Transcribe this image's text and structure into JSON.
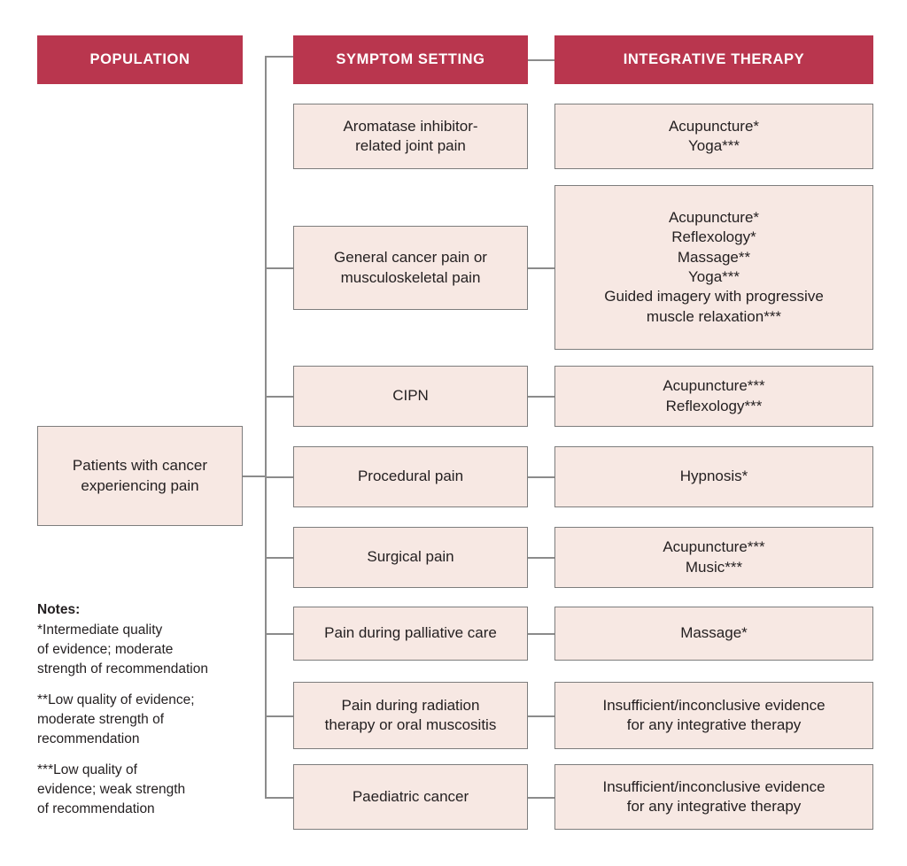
{
  "colors": {
    "header_red": "#b9364e",
    "box_fill": "#f7e8e3",
    "box_border": "#7d7d7d",
    "line": "#8b8b8b",
    "text": "#231f20"
  },
  "headers": {
    "population": "POPULATION",
    "symptom_setting": "SYMPTOM SETTING",
    "integrative_therapy": "INTEGRATIVE THERAPY"
  },
  "population_box": {
    "lines": [
      "Patients with cancer",
      "experiencing pain"
    ]
  },
  "rows": [
    {
      "symptom": [
        "Aromatase inhibitor-",
        "related joint pain"
      ],
      "therapy": [
        "Acupuncture*",
        "Yoga***"
      ]
    },
    {
      "symptom": [
        "General cancer pain or",
        "musculoskeletal pain"
      ],
      "therapy": [
        "Acupuncture*",
        "Reflexology*",
        "Massage**",
        "Yoga***",
        "Guided imagery with progressive",
        "muscle relaxation***"
      ]
    },
    {
      "symptom": [
        "CIPN"
      ],
      "therapy": [
        "Acupuncture***",
        "Reflexology***"
      ]
    },
    {
      "symptom": [
        "Procedural pain"
      ],
      "therapy": [
        "Hypnosis*"
      ]
    },
    {
      "symptom": [
        "Surgical pain"
      ],
      "therapy": [
        "Acupuncture***",
        "Music***"
      ]
    },
    {
      "symptom": [
        "Pain during palliative care"
      ],
      "therapy": [
        "Massage*"
      ]
    },
    {
      "symptom": [
        "Pain during radiation",
        "therapy or oral muscositis"
      ],
      "therapy": [
        "Insufficient/inconclusive evidence",
        "for any integrative therapy"
      ]
    },
    {
      "symptom": [
        "Paediatric cancer"
      ],
      "therapy": [
        "Insufficient/inconclusive evidence",
        "for any integrative therapy"
      ]
    }
  ],
  "notes": {
    "title": "Notes:",
    "items": [
      [
        "*Intermediate quality",
        "of evidence; moderate",
        "strength of recommendation"
      ],
      [
        "**Low quality of evidence;",
        "moderate strength of",
        "recommendation"
      ],
      [
        "***Low quality of",
        "evidence; weak strength",
        "of recommendation"
      ]
    ]
  }
}
